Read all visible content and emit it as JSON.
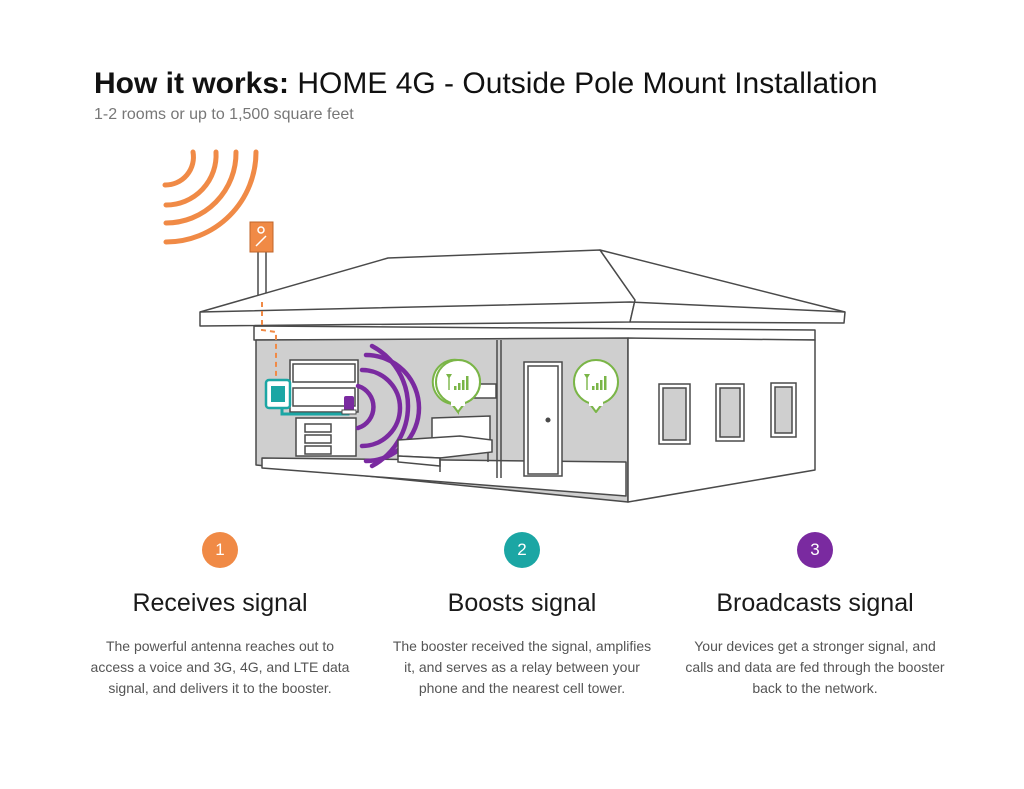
{
  "header": {
    "title_bold": "How it works:",
    "title_rest": "HOME 4G - Outside Pole Mount Installation",
    "subtitle": "1-2 rooms or up to 1,500 square feet"
  },
  "colors": {
    "antenna_orange": "#f08a46",
    "booster_teal": "#1ba6a4",
    "broadcast_purple": "#7a2aa0",
    "signal_green": "#7ab547",
    "wall_gray": "#cfcfcf",
    "outline": "#4a4a4a"
  },
  "steps": [
    {
      "number": "1",
      "title": "Receives signal",
      "description": "The powerful antenna reaches out to access a voice and 3G, 4G, and LTE data signal, and delivers it to the booster.",
      "color": "#f08a46"
    },
    {
      "number": "2",
      "title": "Boosts signal",
      "description": "The booster received the signal, amplifies it, and serves as a relay between your phone and the nearest cell tower.",
      "color": "#1ba6a4"
    },
    {
      "number": "3",
      "title": "Broadcasts signal",
      "description": "Your devices get a stronger signal, and calls and data are fed through the booster back to the network.",
      "color": "#7a2aa0"
    }
  ]
}
